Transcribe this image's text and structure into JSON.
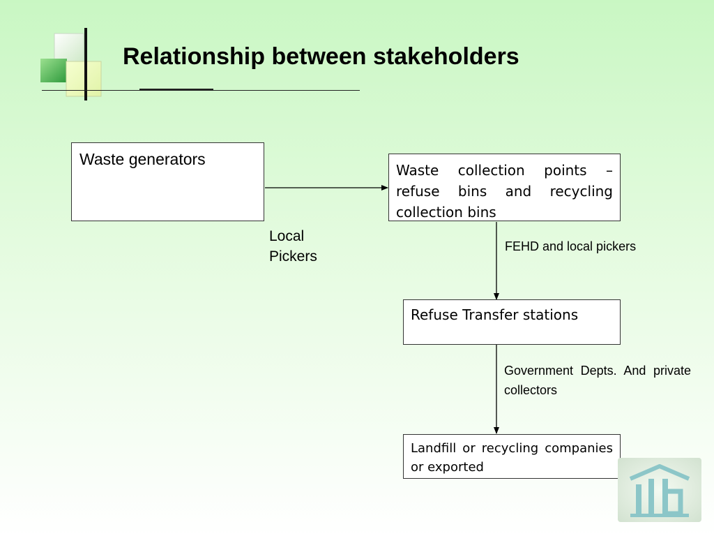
{
  "slide": {
    "title": "Relationship between stakeholders"
  },
  "nodes": {
    "generators": "Waste generators",
    "collection_points": "Waste collection points – refuse bins and recycling collection bins",
    "transfer_stations": "Refuse Transfer stations",
    "landfill": "Landfill or recycling companies or exported"
  },
  "edge_labels": {
    "local_pickers": "Local Pickers",
    "fehd": "FEHD and local pickers",
    "government": "Government Depts.  And private collectors"
  },
  "colors": {
    "background_top": "#c9f7c3",
    "background_bottom": "#ffffff",
    "box_border": "#333333",
    "arrow": "#000000"
  },
  "icons": {
    "decoration": "green-squares-decoration",
    "logo": "building-logo"
  }
}
